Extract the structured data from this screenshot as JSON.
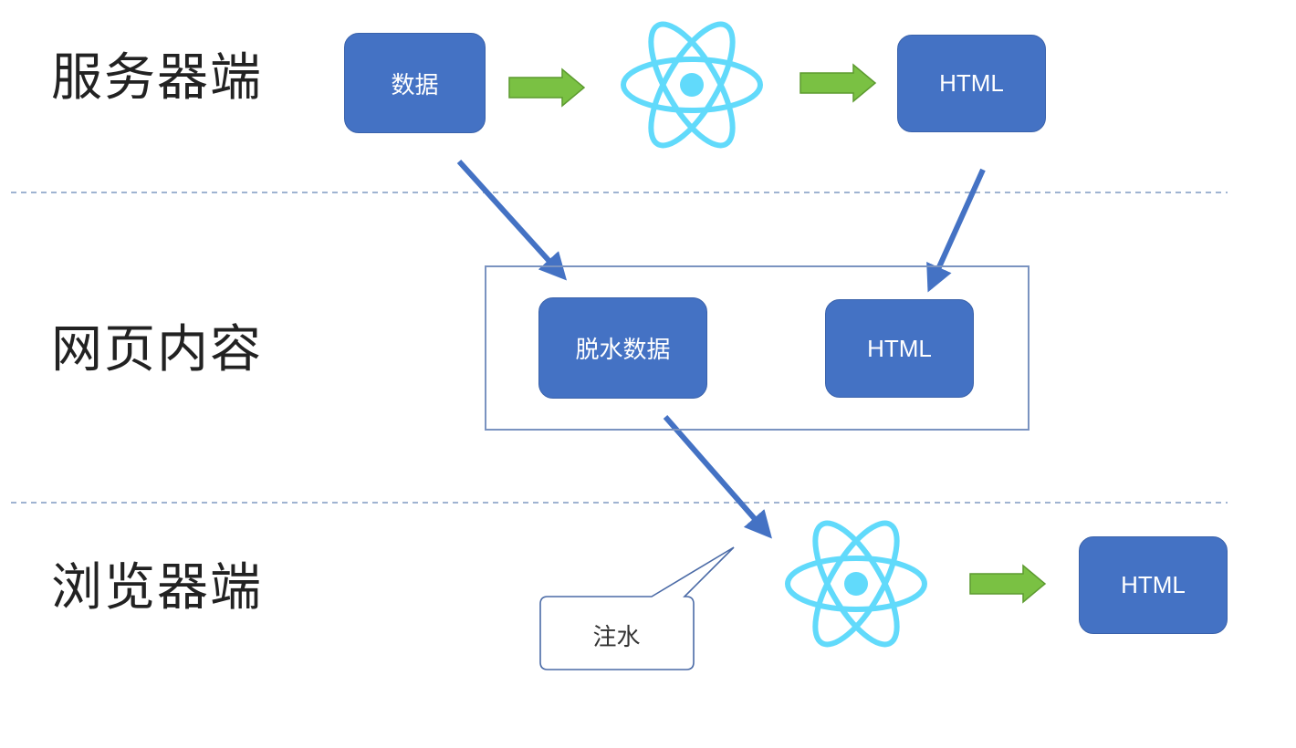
{
  "rows": {
    "server": "服务器端",
    "page": "网页内容",
    "browser": "浏览器端"
  },
  "server": {
    "data_box": "数据",
    "html_box": "HTML"
  },
  "page": {
    "dehydrated_box": "脱水数据",
    "html_box": "HTML"
  },
  "browser": {
    "html_box": "HTML",
    "callout": "注水"
  },
  "colors": {
    "box_fill": "#4472c4",
    "react_logo": "#61dafb",
    "flow_arrow": "#7ac143",
    "connector_arrow": "#4472c4",
    "separator": "#9fb3d1"
  },
  "icons": [
    "react-logo-icon",
    "right-arrow-icon",
    "diagonal-arrow-icon"
  ]
}
